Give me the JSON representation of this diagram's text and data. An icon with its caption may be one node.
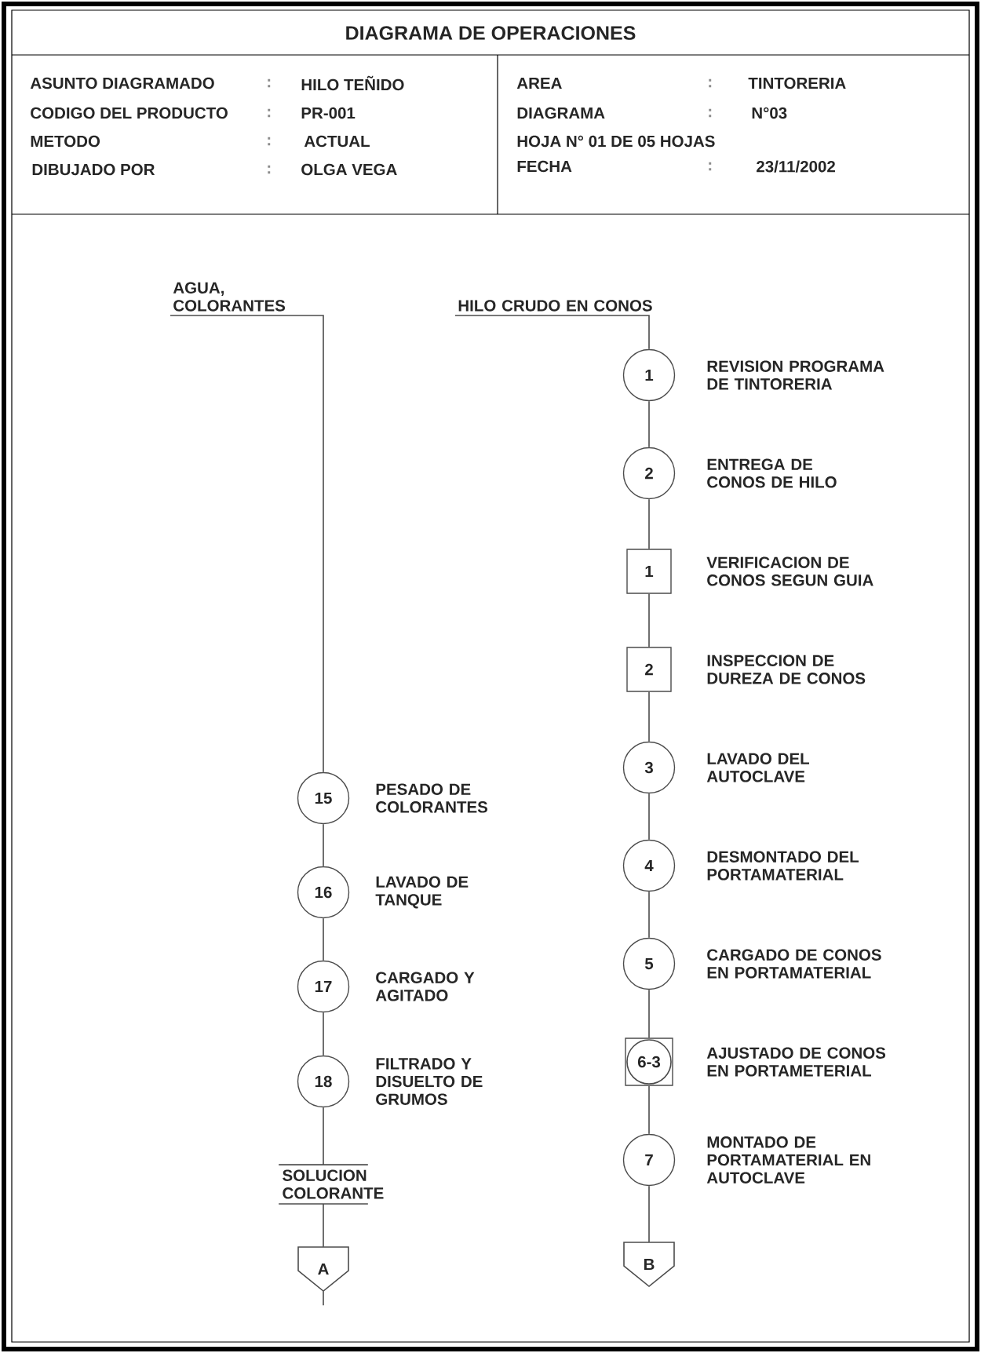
{
  "diagram": {
    "title": "DIAGRAMA DE OPERACIONES",
    "nodes": [
      {
        "text": [
          "AGUA, COLORANTES"
        ]
      },
      {
        "text": [
          "15"
        ],
        "beside": [
          "PESADO DE COLORANTES"
        ]
      },
      {
        "text": [
          "16"
        ],
        "beside": [
          "LAVADO DE TANQUE"
        ]
      },
      {
        "text": [
          "17"
        ],
        "beside": [
          "CARGADO Y AGITADO"
        ]
      },
      {
        "text": [
          "18"
        ],
        "beside": [
          "FILTRADO Y DISUELTO DE GRUMOS"
        ]
      },
      {
        "text": [
          "SOLUCION COLORANTE"
        ]
      },
      {
        "text": [
          "A"
        ]
      },
      {
        "text": [
          "HILO CRUDO EN CONOS"
        ]
      },
      {
        "text": [
          "1"
        ],
        "beside": [
          "REVISION PROGRAMA DE TINTORERIA"
        ]
      },
      {
        "text": [
          "2"
        ],
        "beside": [
          "ENTREGA DE CONOS DE HILO"
        ]
      },
      {
        "text": [
          "1"
        ],
        "beside": [
          "VERIFICACION DE CONOS SEGUN GUIA"
        ]
      },
      {
        "text": [
          "2"
        ],
        "beside": [
          "INSPECCION DE DUREZA DE CONOS"
        ]
      },
      {
        "text": [
          "3"
        ],
        "beside": [
          "LAVADO DEL AUTOCLAVE"
        ]
      },
      {
        "text": [
          "4"
        ],
        "beside": [
          "DESMONTADO DEL PORTAMATERIAL"
        ]
      },
      {
        "text": [
          "5"
        ],
        "beside": [
          "CARGADO DE CONOS EN PORTAMATERIAL"
        ]
      },
      {
        "text": [
          "6-3"
        ],
        "beside": [
          "AJUSTADO DE CONOS EN PORTAMETERIAL"
        ]
      },
      {
        "text": [
          "7"
        ],
        "beside": [
          "MONTADO DE PORTAMATERIAL EN AUTOCLAVE"
        ]
      },
      {
        "text": [
          "B"
        ]
      }
    ],
    "edges": [
      {
        "from": 0,
        "to": 1,
        "arrow": "none"
      },
      {
        "from": 1,
        "to": 2,
        "arrow": "none"
      },
      {
        "from": 2,
        "to": 3,
        "arrow": "none"
      },
      {
        "from": 3,
        "to": 4,
        "arrow": "none"
      },
      {
        "from": 4,
        "to": 5,
        "arrow": "none"
      },
      {
        "from": 5,
        "to": 6,
        "arrow": "none"
      },
      {
        "from": 6,
        "to": null,
        "arrow": "none"
      },
      {
        "from": 7,
        "to": 8,
        "arrow": "none"
      },
      {
        "from": 8,
        "to": 9,
        "arrow": "none"
      },
      {
        "from": 9,
        "to": 10,
        "arrow": "none"
      },
      {
        "from": 10,
        "to": 11,
        "arrow": "none"
      },
      {
        "from": 11,
        "to": 12,
        "arrow": "none"
      },
      {
        "from": 12,
        "to": 13,
        "arrow": "none"
      },
      {
        "from": 13,
        "to": 14,
        "arrow": "none"
      },
      {
        "from": 14,
        "to": 15,
        "arrow": "none"
      },
      {
        "from": 15,
        "to": 16,
        "arrow": "none"
      },
      {
        "from": 16,
        "to": 17,
        "arrow": "none"
      }
    ],
    "labels": [
      "ASUNTO DIAGRAMADO",
      ":",
      "HILO TEÑIDO",
      "AREA",
      ":",
      "TINTORERIA",
      "CODIGO DEL PRODUCTO",
      ":",
      "PR-001",
      "DIAGRAMA",
      ":",
      "N°03",
      "METODO",
      ":",
      "ACTUAL",
      "HOJA N° 01 DE 05 HOJAS",
      "DIBUJADO POR",
      ":",
      "OLGA VEGA",
      "FECHA",
      ":",
      "23/11/2002"
    ]
  }
}
